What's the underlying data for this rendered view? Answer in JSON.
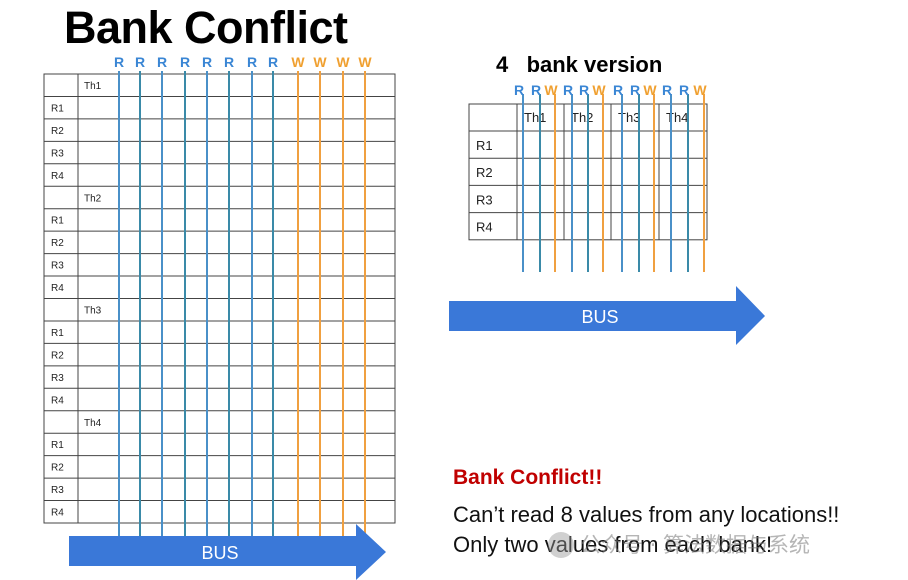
{
  "title": "Bank Conflict",
  "subtitle": "4   bank version",
  "left_table": {
    "groups": [
      "Th1",
      "Th2",
      "Th3",
      "Th4"
    ],
    "rows": [
      "R1",
      "R2",
      "R3",
      "R4"
    ],
    "line_labels": [
      "R",
      "R",
      "R",
      "R",
      "R",
      "R",
      "R",
      "R",
      "W",
      "W",
      "W",
      "W"
    ],
    "bus_label": "BUS"
  },
  "right_table": {
    "headers": [
      "Th1",
      "Th2",
      "Th3",
      "Th4"
    ],
    "rows": [
      "R1",
      "R2",
      "R3",
      "R4"
    ],
    "line_labels": [
      "R",
      "R",
      "W",
      "R",
      "R",
      "W",
      "R",
      "R",
      "W",
      "R",
      "R",
      "W"
    ],
    "bus_label": "BUS"
  },
  "notes": {
    "heading": "Bank Conflict!!",
    "line1": "Can’t read 8 values from any locations!!",
    "line2": "Only two values from each bank!"
  },
  "watermark": {
    "text": "公众号 · 算法数据与系统",
    "icon": "wechat-icon"
  },
  "colors": {
    "read_line": "#4a90c8",
    "write_line": "#f0a040",
    "teal_line": "#3a8aa8",
    "label_r": "#3a86d4",
    "label_w": "#f0a030",
    "bus": "#3a78d8",
    "grid": "#444444",
    "heading_red": "#c00000"
  }
}
